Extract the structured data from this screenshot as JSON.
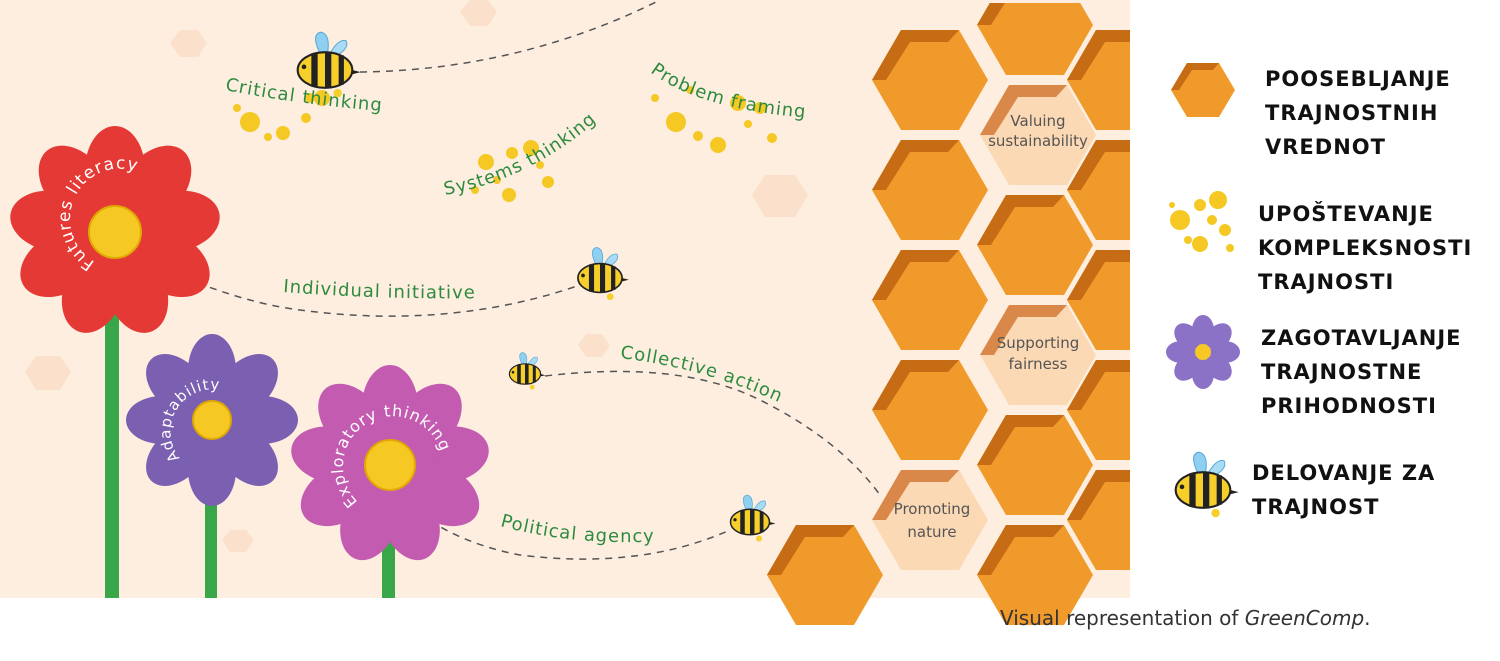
{
  "diagram": {
    "competences": {
      "critical_thinking": "Critical thinking",
      "problem_framing": "Problem framing",
      "systems_thinking": "Systems thinking",
      "futures_literacy": "Futures literacy",
      "individual_initiative": "Individual initiative",
      "collective_action": "Collective action",
      "adaptability": "Adaptability",
      "exploratory_thinking": "Exploratory thinking",
      "political_agency": "Political agency",
      "valuing_sustainability_1": "Valuing",
      "valuing_sustainability_2": "sustainability",
      "supporting_fairness_1": "Supporting",
      "supporting_fairness_2": "fairness",
      "promoting_nature_1": "Promoting",
      "promoting_nature_2": "nature"
    },
    "colors": {
      "background": "#fdeee0",
      "honey": "#f09a2c",
      "honey_dark": "#c56c14",
      "honey_light": "#fcd9b5",
      "dots": "#f5c823",
      "label_green": "#2e8b3e",
      "flower_red": "#e53935",
      "flower_purple": "#7b5fb0",
      "flower_pink": "#c35bb0",
      "stem": "#3aa64a"
    }
  },
  "legend": [
    {
      "icon": "honeycomb-icon",
      "lines": [
        "POOSEBLJANJE",
        "TRAJNOSTNIH",
        "VREDNOT"
      ]
    },
    {
      "icon": "dots-icon",
      "lines": [
        "UPOŠTEVANJE",
        "KOMPLEKSNOSTI",
        "TRAJNOSTI"
      ]
    },
    {
      "icon": "flower-icon",
      "lines": [
        "ZAGOTAVLJANJE",
        "TRAJNOSTNE",
        "PRIHODNOSTI"
      ]
    },
    {
      "icon": "bee-icon",
      "lines": [
        "DELOVANJE ZA",
        "TRAJNOST"
      ]
    }
  ],
  "caption": {
    "text": "Visual representation of ",
    "emphasis": "GreenComp",
    "end": "."
  }
}
